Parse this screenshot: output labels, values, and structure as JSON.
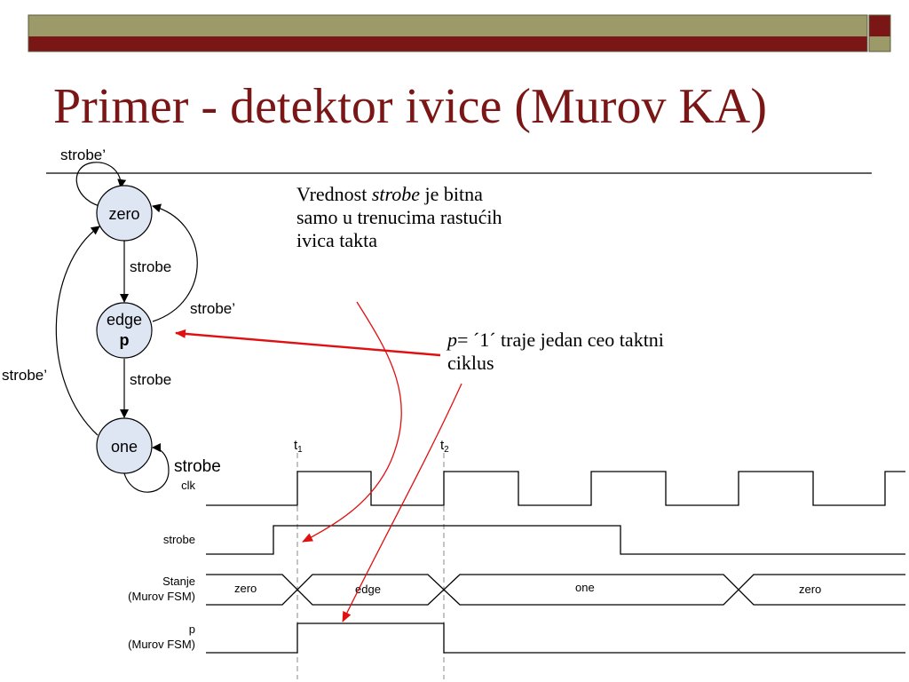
{
  "slide": {
    "title": "Primer - detektor ivice (Murov KA)",
    "colors": {
      "title": "#7a1616",
      "header_olive": "#9d9a6a",
      "header_maroon": "#7a1616",
      "arrow_red": "#e01010",
      "state_fill": "#dfe6f3"
    }
  },
  "state_diagram": {
    "states": [
      {
        "name": "zero",
        "output": ""
      },
      {
        "name": "edge",
        "output": "p"
      },
      {
        "name": "one",
        "output": ""
      }
    ],
    "transitions": {
      "zero_self": "strobe’",
      "zero_to_edge": "strobe",
      "edge_to_zero": "strobe’",
      "edge_to_one": "strobe",
      "one_to_zero": "strobe’",
      "one_self": "strobe"
    }
  },
  "annotations": {
    "note1_pre": "Vrednost ",
    "note1_em": "strobe",
    "note1_post": " je bitna samo u trenucima rastućih ivica takta",
    "note2_em": "p",
    "note2_post": "= ´1´ traje jedan ceo taktni ciklus"
  },
  "timing": {
    "marker1": "t",
    "marker1_sub": "1",
    "marker2": "t",
    "marker2_sub": "2",
    "signals": {
      "clk": "clk",
      "strobe": "strobe",
      "state_line1": "Stanje",
      "state_line2": "(Murov FSM)",
      "p_line1": "p",
      "p_line2": "(Murov FSM)"
    },
    "state_values": [
      "zero",
      "edge",
      "one",
      "zero"
    ]
  }
}
